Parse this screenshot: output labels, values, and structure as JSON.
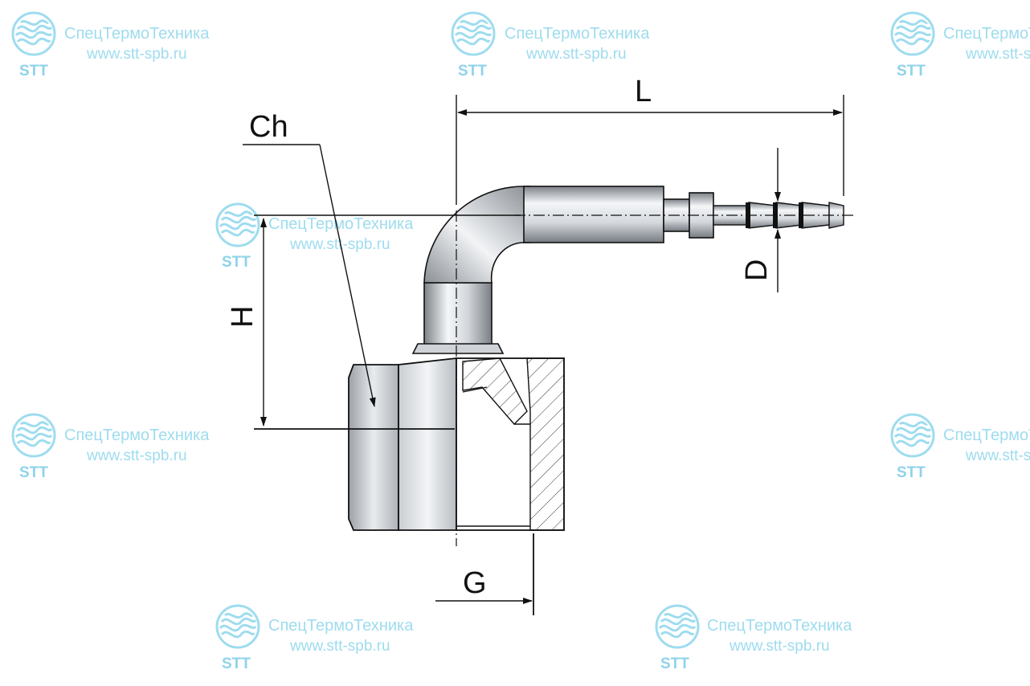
{
  "diagram": {
    "labels": {
      "L": "L",
      "Ch": "Ch",
      "H": "H",
      "D": "D",
      "G": "G"
    }
  },
  "watermark": {
    "company": "СпецТермоТехника",
    "url": "www.stt-spb.ru",
    "abbr": "STT",
    "color": "#9edcef"
  }
}
